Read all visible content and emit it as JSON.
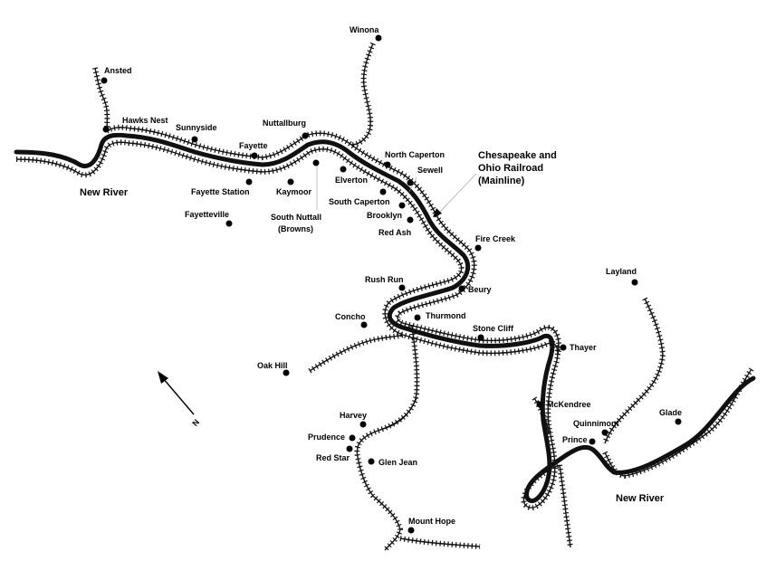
{
  "map": {
    "rail_title_lines": [
      "Chesapeake and",
      "Ohio Railroad",
      "(Mainline)"
    ],
    "river_labels": [
      "New River",
      "New River"
    ],
    "north_label": "N",
    "towns": [
      {
        "id": "winona",
        "label": "Winona"
      },
      {
        "id": "ansted",
        "label": "Ansted"
      },
      {
        "id": "hawks-nest",
        "label": "Hawks Nest"
      },
      {
        "id": "sunnyside",
        "label": "Sunnyside"
      },
      {
        "id": "nuttallburg",
        "label": "Nuttallburg"
      },
      {
        "id": "fayette",
        "label": "Fayette"
      },
      {
        "id": "north-caperton",
        "label": "North Caperton"
      },
      {
        "id": "sewell",
        "label": "Sewell"
      },
      {
        "id": "elverton",
        "label": "Elverton"
      },
      {
        "id": "fayette-station",
        "label": "Fayette Station"
      },
      {
        "id": "kaymoor",
        "label": "Kaymoor"
      },
      {
        "id": "south-caperton",
        "label": "South Caperton"
      },
      {
        "id": "fayetteville",
        "label": "Fayetteville"
      },
      {
        "id": "south-nuttall",
        "label": "South Nuttall"
      },
      {
        "id": "browns",
        "label": "(Browns)"
      },
      {
        "id": "brooklyn",
        "label": "Brooklyn"
      },
      {
        "id": "red-ash",
        "label": "Red Ash"
      },
      {
        "id": "fire-creek",
        "label": "Fire Creek"
      },
      {
        "id": "layland",
        "label": "Layland"
      },
      {
        "id": "rush-run",
        "label": "Rush Run"
      },
      {
        "id": "beury",
        "label": "Beury"
      },
      {
        "id": "concho",
        "label": "Concho"
      },
      {
        "id": "thurmond",
        "label": "Thurmond"
      },
      {
        "id": "stone-cliff",
        "label": "Stone Cliff"
      },
      {
        "id": "thayer",
        "label": "Thayer"
      },
      {
        "id": "oak-hill",
        "label": "Oak Hill"
      },
      {
        "id": "mckendree",
        "label": "McKendree"
      },
      {
        "id": "glade",
        "label": "Glade"
      },
      {
        "id": "quinnimont",
        "label": "Quinnimont"
      },
      {
        "id": "harvey",
        "label": "Harvey"
      },
      {
        "id": "prince",
        "label": "Prince"
      },
      {
        "id": "prudence",
        "label": "Prudence"
      },
      {
        "id": "red-star",
        "label": "Red Star"
      },
      {
        "id": "glen-jean",
        "label": "Glen Jean"
      },
      {
        "id": "mount-hope",
        "label": "Mount Hope"
      }
    ]
  }
}
